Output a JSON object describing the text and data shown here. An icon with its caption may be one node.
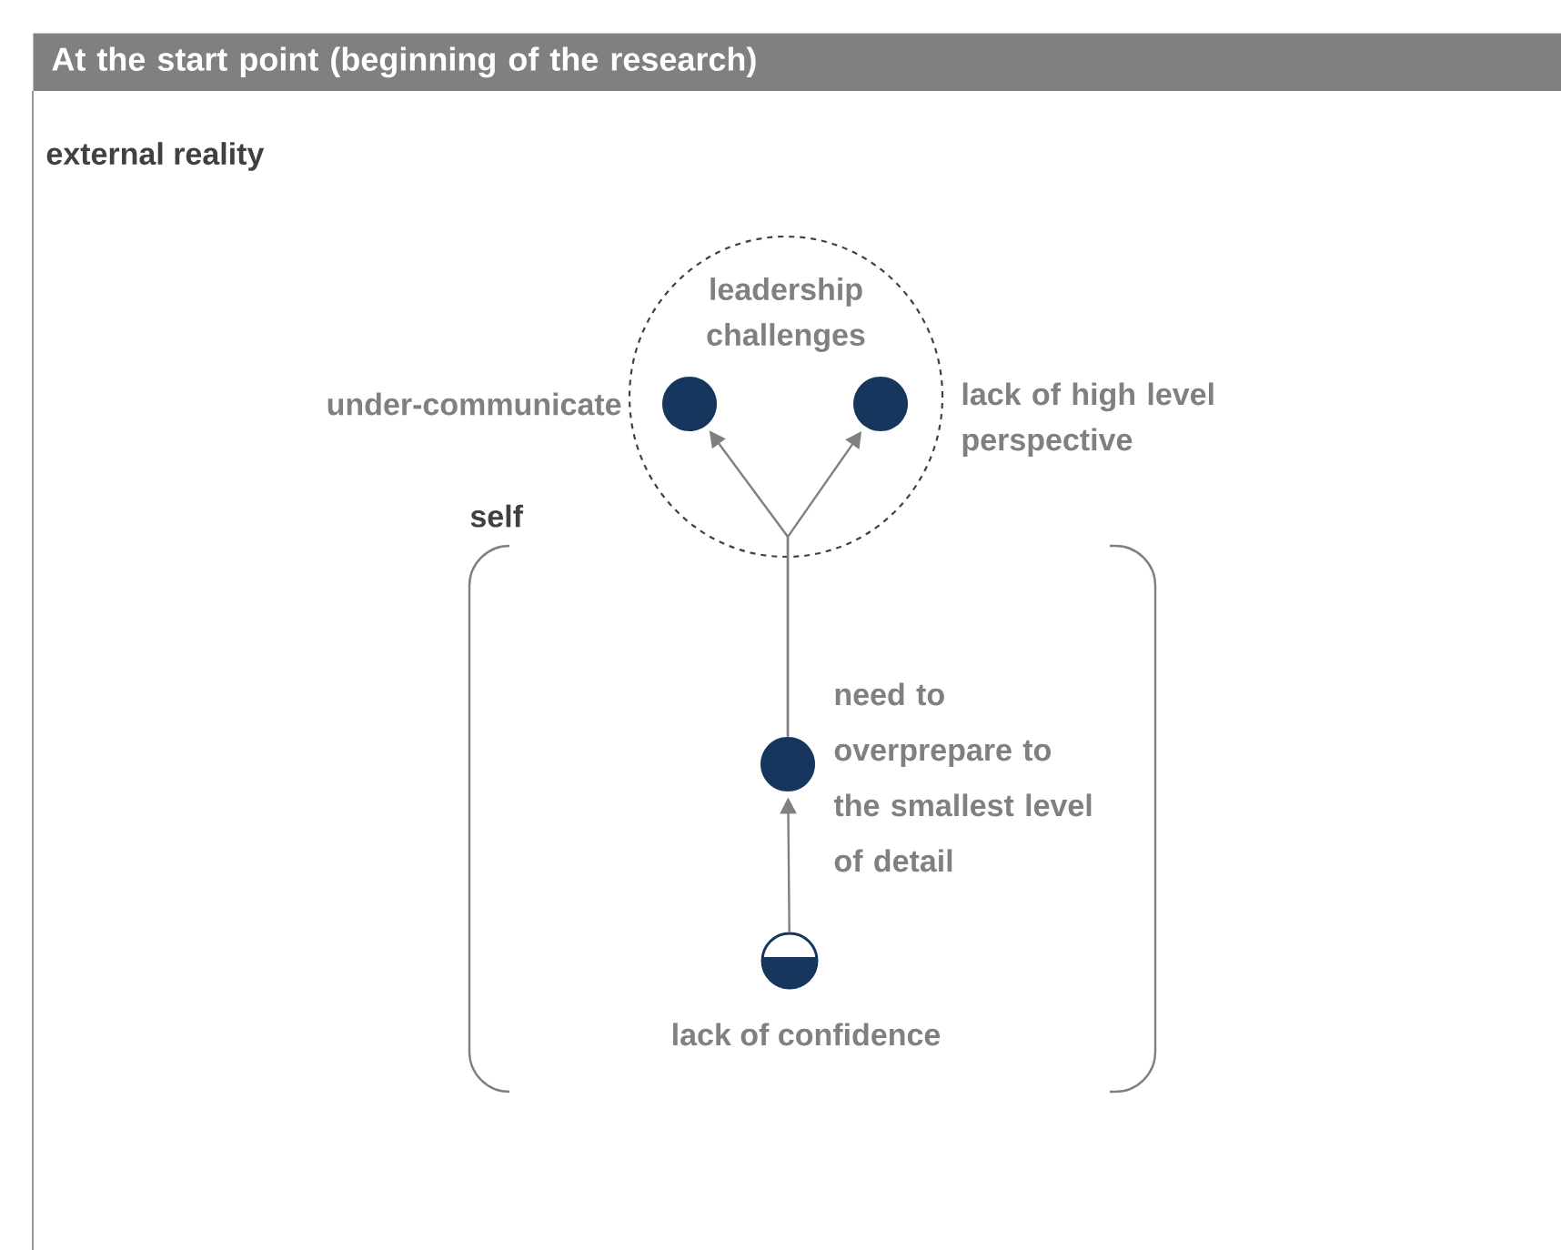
{
  "diagram": {
    "title": "At the start point (beginning of the research)",
    "nodes": [
      {
        "text": [
          "external reality"
        ]
      },
      {
        "text": [
          "leadership challenges"
        ],
        "in": 0
      },
      {
        "text": [],
        "shape": "circle",
        "beside": [
          "under-communicate"
        ],
        "in": 1
      },
      {
        "text": [],
        "shape": "circle",
        "beside": [
          "lack of high level perspective"
        ],
        "in": 1
      },
      {
        "text": [
          "self"
        ],
        "in": 0
      },
      {
        "text": [],
        "shape": "circle",
        "beside": [
          "need to overprepare to the smallest level of detail"
        ],
        "in": 4
      },
      {
        "text": [],
        "shape": "circle",
        "beside": [
          "lack of confidence"
        ],
        "in": 4
      }
    ],
    "edges": [
      {
        "from": 6,
        "to": 5,
        "arrow": "to"
      },
      {
        "from": 5,
        "to": 2,
        "arrow": "to"
      },
      {
        "from": 5,
        "to": 3,
        "arrow": "to"
      }
    ]
  }
}
